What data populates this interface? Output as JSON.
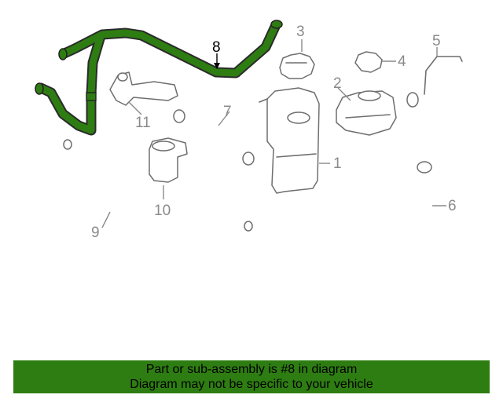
{
  "diagram": {
    "highlight_color": "#2e7d12",
    "callouts": {
      "c1": "1",
      "c2": "2",
      "c3": "3",
      "c4": "4",
      "c5": "5",
      "c6": "6",
      "c7": "7",
      "c8": "8",
      "c9": "9",
      "c10": "10",
      "c11": "11"
    }
  },
  "banner": {
    "line1": "Part or sub-assembly is #8 in diagram",
    "line2": "Diagram may not be specific to your vehicle",
    "background": "#2e7d12"
  }
}
